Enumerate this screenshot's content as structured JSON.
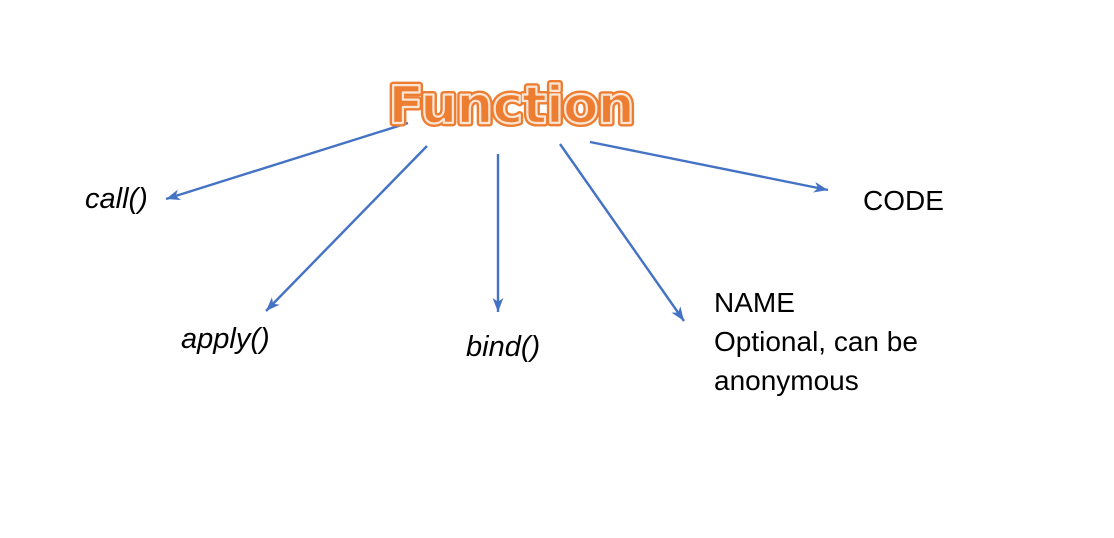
{
  "diagram": {
    "title": "Function",
    "nodes": {
      "call": {
        "label": "call()"
      },
      "apply": {
        "label": "apply()"
      },
      "bind": {
        "label": "bind()"
      },
      "code": {
        "label": "CODE"
      },
      "name": {
        "lines": [
          "NAME",
          "Optional, can be",
          "anonymous"
        ]
      }
    },
    "edges": [
      {
        "from": "Function",
        "to": "call()"
      },
      {
        "from": "Function",
        "to": "apply()"
      },
      {
        "from": "Function",
        "to": "bind()"
      },
      {
        "from": "Function",
        "to": "NAME Optional, can be anonymous"
      },
      {
        "from": "Function",
        "to": "CODE"
      }
    ],
    "colors": {
      "title_orange": "#ED7D31",
      "title_inner_light": "#FBE5D6",
      "arrow_blue": "#4472C4",
      "text_black": "#000000",
      "background": "#FFFFFF"
    }
  }
}
